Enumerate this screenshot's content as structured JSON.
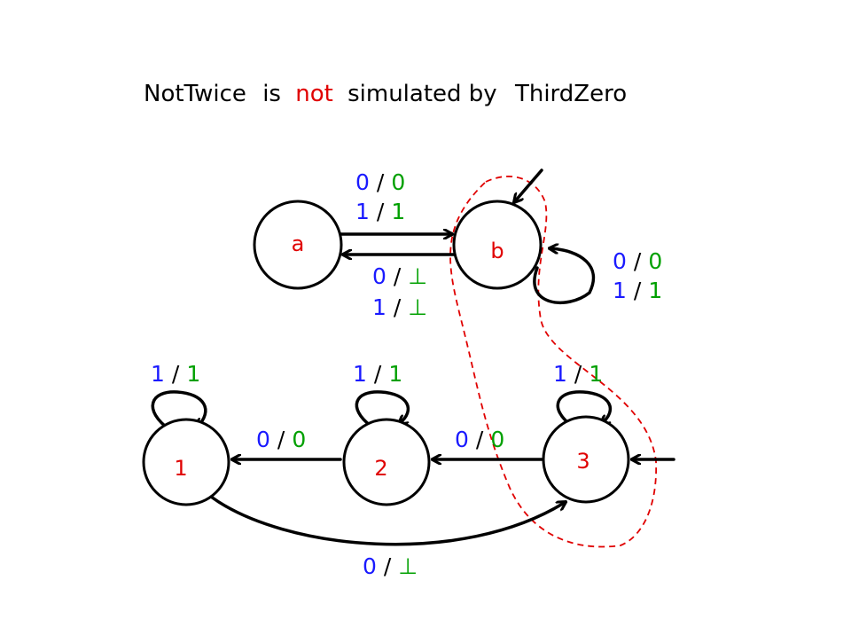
{
  "title": {
    "part1": "NotTwice",
    "part2": "is",
    "part3": "not",
    "part4": "simulated by",
    "part5": "ThirdZero"
  },
  "nodes": {
    "a": "a",
    "b": "b",
    "n1": "1",
    "n2": "2",
    "n3": "3"
  },
  "labels": {
    "ab_in0": "0",
    "ab_out0": "0",
    "ab_in1": "1",
    "ab_out1": "1",
    "ba_in0": "0",
    "ba_out0": "⊥",
    "ba_in1": "1",
    "ba_out1": "⊥",
    "bb_in0": "0",
    "bb_out0": "0",
    "bb_in1": "1",
    "bb_out1": "1",
    "l1_in": "1",
    "l1_out": "1",
    "l2_in": "1",
    "l2_out": "1",
    "l3_in": "1",
    "l3_out": "1",
    "e21_in": "0",
    "e21_out": "0",
    "e32_in": "0",
    "e32_out": "0",
    "e13_in": "0",
    "e13_out": "⊥",
    "slash": "/"
  },
  "colors": {
    "input": "#1a1aff",
    "output": "#00a000",
    "title_highlight": "#e00000",
    "node_label_a": "#e00000",
    "node_label_b": "#e00000",
    "node_label_numbers": "#e00000",
    "region": "#e00000"
  }
}
